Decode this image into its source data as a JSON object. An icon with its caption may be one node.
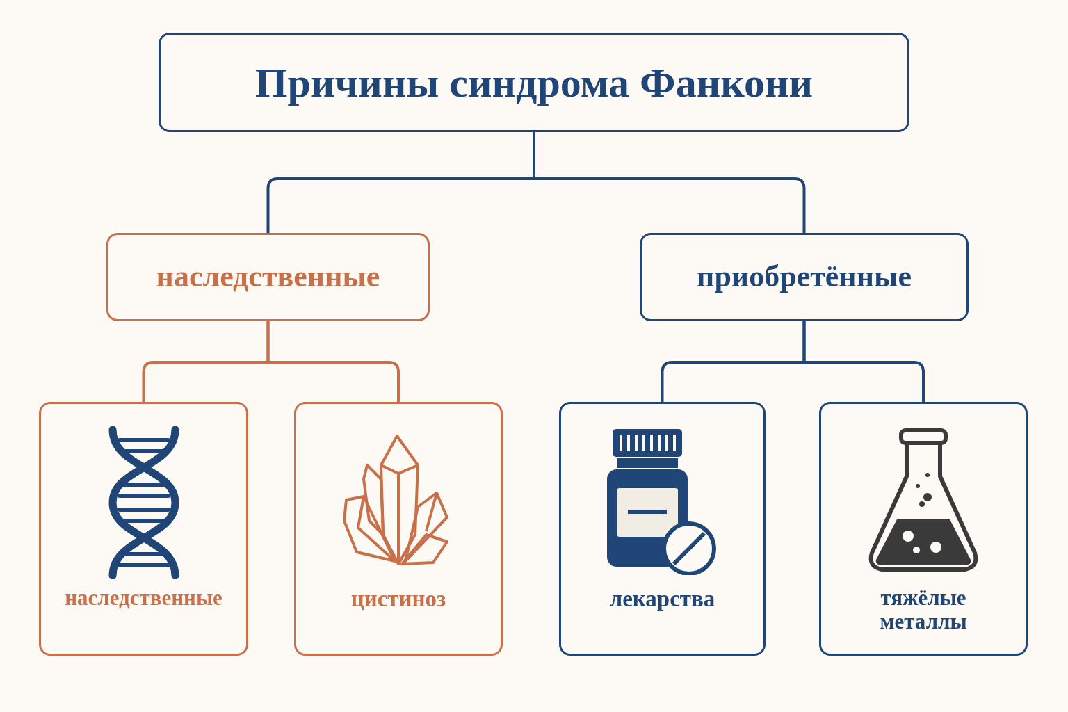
{
  "diagram": {
    "nodes": [
      {
        "text": [
          "Причины синдрома Фанкони"
        ]
      },
      {
        "text": [
          "наследственные"
        ]
      },
      {
        "text": [
          "приобретённые"
        ]
      },
      {
        "text": [
          "наследственные"
        ]
      },
      {
        "text": [
          "цистиноз"
        ]
      },
      {
        "text": [
          "лекарства"
        ]
      },
      {
        "text": [
          "тяжёлые металлы"
        ]
      }
    ],
    "edges": [
      {
        "from": 0,
        "to": 1,
        "arrow": "none"
      },
      {
        "from": 0,
        "to": 2,
        "arrow": "none"
      },
      {
        "from": 1,
        "to": 3,
        "arrow": "none",
        "color": "#c8704a"
      },
      {
        "from": 1,
        "to": 4,
        "arrow": "none",
        "color": "#c8704a"
      },
      {
        "from": 2,
        "to": 5,
        "arrow": "none"
      },
      {
        "from": 2,
        "to": 6,
        "arrow": "none"
      }
    ]
  }
}
